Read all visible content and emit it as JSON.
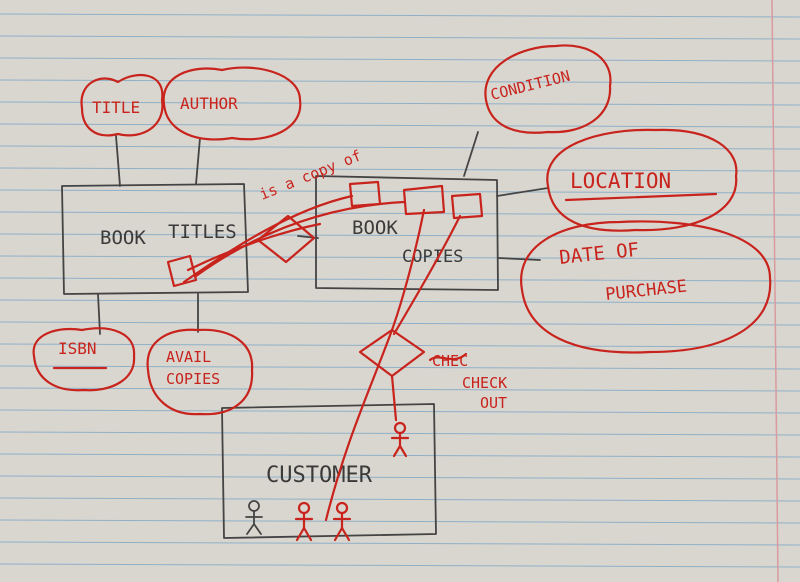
{
  "entities": {
    "book_titles": {
      "label_book": "BOOK",
      "label_titles": "TITLES"
    },
    "book_copies": {
      "label_book": "BOOK",
      "label_copies": "COPIES"
    },
    "customer": {
      "label": "CUSTOMER"
    }
  },
  "attributes": {
    "title": "TITLE",
    "author": "AUTHOR",
    "isbn": "ISBN",
    "avail_copies_line1": "AVAIL",
    "avail_copies_line2": "COPIES",
    "condition": "CONDITION",
    "location": "LOCATION",
    "date_of_purchase_line1": "DATE OF",
    "date_of_purchase_line2": "PURCHASE"
  },
  "relationships": {
    "is_a_copy_of": "is a copy of",
    "check_out_strike": "CHEC",
    "check_out_line1": "CHECK",
    "check_out_line2": "OUT"
  },
  "colors": {
    "paper": "#d9d6cf",
    "rule_line": "#8fb0c8",
    "margin_line": "#d99aa0",
    "red_ink": "#c8231c",
    "pencil": "#444444"
  }
}
